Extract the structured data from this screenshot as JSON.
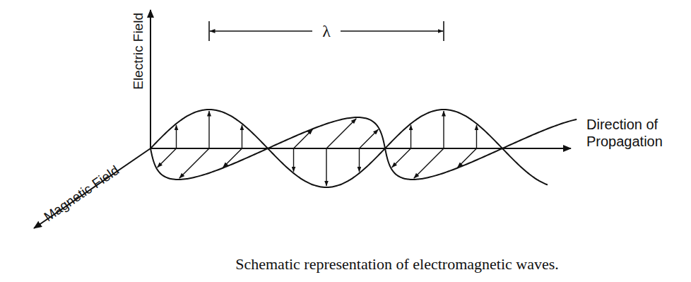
{
  "diagram": {
    "caption": "Schematic representation of electromagnetic waves.",
    "labels": [
      "Electric Field",
      "λ",
      "Magnetic Field",
      "Direction of Propagation"
    ]
  }
}
